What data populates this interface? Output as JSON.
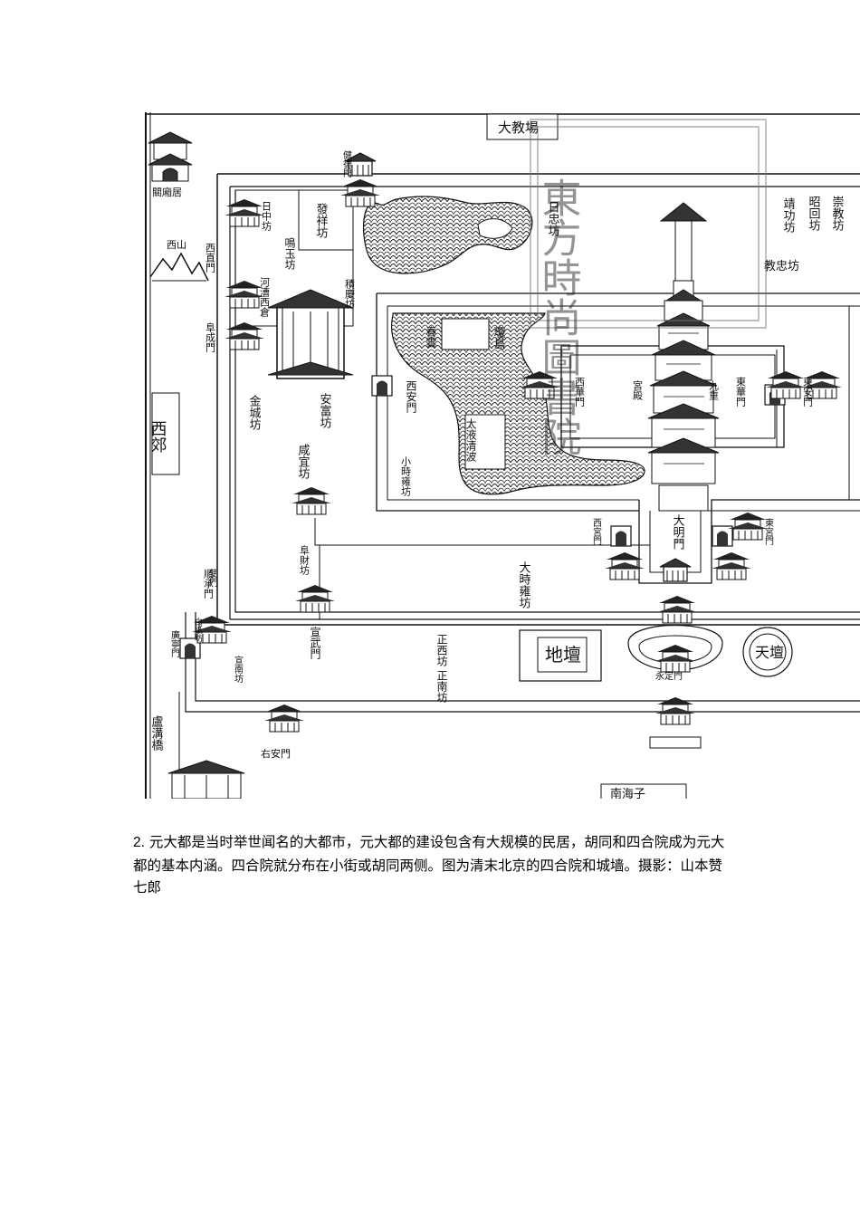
{
  "map": {
    "labels": {
      "da_jiao_chang": "大教場",
      "jian_de_men": "健德門",
      "ri_zhong_fang": "日中坊",
      "fa_xiang_fang": "發祥坊",
      "ming_yu_fang": "鳴玉坊",
      "xi_shan": "西山",
      "xi_zhi_men": "西直門",
      "he_cao_xi_cang": "河漕西倉",
      "ji_qing_fang": "積慶坊",
      "fu_cheng_men": "阜成門",
      "jin_cheng_fang": "金城坊",
      "an_fu_fang": "安富坊",
      "xian_yi_fang": "咸宜坊",
      "xi_jiao": "西郊",
      "fu_cai_fang": "阜財坊",
      "shun_cheng_men": "順承門",
      "qiong_hua": "瓊島",
      "chun_yun": "春雲",
      "xi_an_men": "西安門",
      "tai_ye_qing_bo": "太液清波",
      "xiao_shi_yong_fang": "小時雍坊",
      "da_shi_yong_fang": "大時雍坊",
      "ri_zhong_right": "日忠坊",
      "zhao_hui_fang": "昭回坊",
      "chong_jiao_fang": "崇教坊",
      "jing_gong_fang": "靖功坊",
      "jiao_zhong_fang": "教忠坊",
      "xi_hua_men": "西華門",
      "gong_dian": "宮殿",
      "jiu_chong": "九重",
      "dong_hua_men": "東華門",
      "dong_an_men": "東安門",
      "da_ming_men": "大明門",
      "xi_gong_men": "西宮門",
      "dong_gong_men": "東宮門",
      "shi_men": "使門",
      "guang_ning_men": "廣寧門",
      "xuan_wu_men": "宣武門",
      "zheng_xi_fang": "正西坊",
      "zheng_nan_fang": "正南坊",
      "di_tan": "地壇",
      "tian_tan": "天壇",
      "yong_ding_men": "永定門",
      "you_an_men": "右安門",
      "lu_gou_qiao": "盧溝橋",
      "nan_hai_zi": "南海子",
      "xuan_nan_fang": "宣南坊",
      "bai_zhi_fang": "白紙坊",
      "guan_xiang_ju": "關廂居"
    },
    "seal_text": "東方時尚圖書院"
  },
  "caption": {
    "number": "2.",
    "text": "元大都是当时举世闻名的大都市，元大都的建设包含有大规模的民居，胡同和四合院成为元大都的基本内涵。四合院就分布在小街或胡同两侧。图为清末北京的四合院和城墙。摄影：山本赞七郎"
  }
}
